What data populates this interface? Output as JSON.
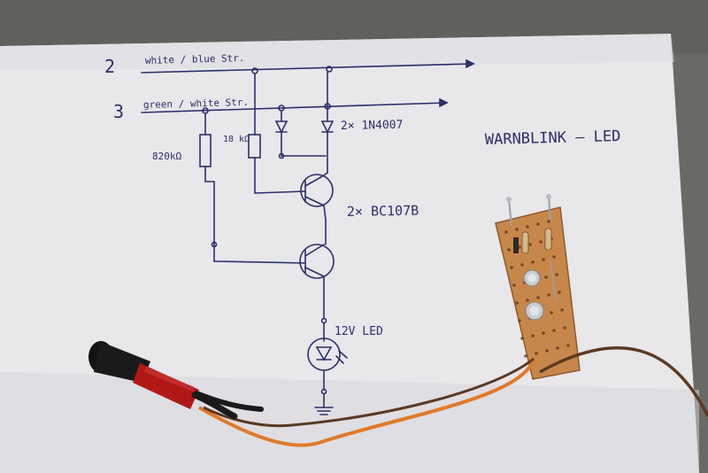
{
  "photo": {
    "sheet": {
      "line_numbers": [
        "2",
        "3"
      ],
      "wire_labels": [
        "white / blue Str.",
        "green / white Str."
      ],
      "resistors": [
        "820kΩ",
        "18 kΩ"
      ],
      "diode_label": "2× 1N4007",
      "transistor_label": "2× BC107B",
      "led_label": "12V LED",
      "title": "WARNBLINK – LED"
    },
    "colors": {
      "paper": "#e9e8ea",
      "ink": "#2b2f6b",
      "board": "#c8874a",
      "wire_orange": "#e07a2a",
      "wire_brown": "#5a3a22",
      "led_holder": "#b01818"
    }
  }
}
